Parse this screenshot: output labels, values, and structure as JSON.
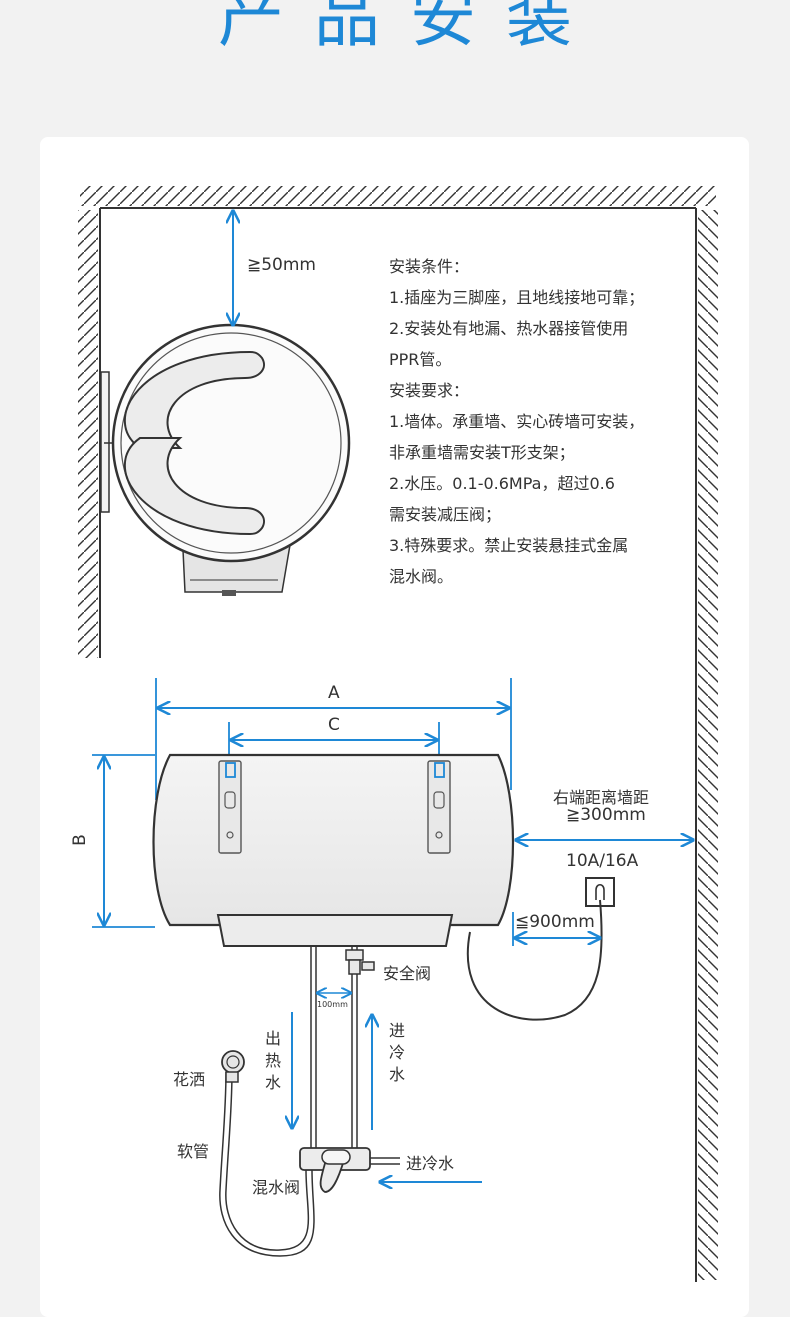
{
  "title": "产品安装",
  "top_clearance": "≧50mm",
  "notes": [
    "安装条件：",
    "1.插座为三脚座，且地线接地可靠；",
    "2.安装处有地漏、热水器接管使用",
    "PPR管。",
    "安装要求：",
    "1.墙体。承重墙、实心砖墙可安装，",
    "非承重墙需安装T形支架；",
    "2.水压。0.1-0.6MPa，超过0.6",
    "需安装减压阀；",
    "3.特殊要求。禁止安装悬挂式金属",
    "混水阀。"
  ],
  "dim_a": "A",
  "dim_b": "B",
  "dim_c": "C",
  "right_clearance_title": "右端距离墙距",
  "right_clearance": "≧300mm",
  "socket_rating": "10A/16A",
  "socket_height": "≦900mm",
  "pipe_spacing": "100mm",
  "safety_valve": "安全阀",
  "hot_water_out": "出热水",
  "cold_water_in": "进冷水",
  "cold_water_inlet": "进冷水",
  "shower": "花洒",
  "hose": "软管",
  "mixing_valve": "混水阀",
  "colors": {
    "accent": "#1e88d6",
    "line": "#333333"
  }
}
